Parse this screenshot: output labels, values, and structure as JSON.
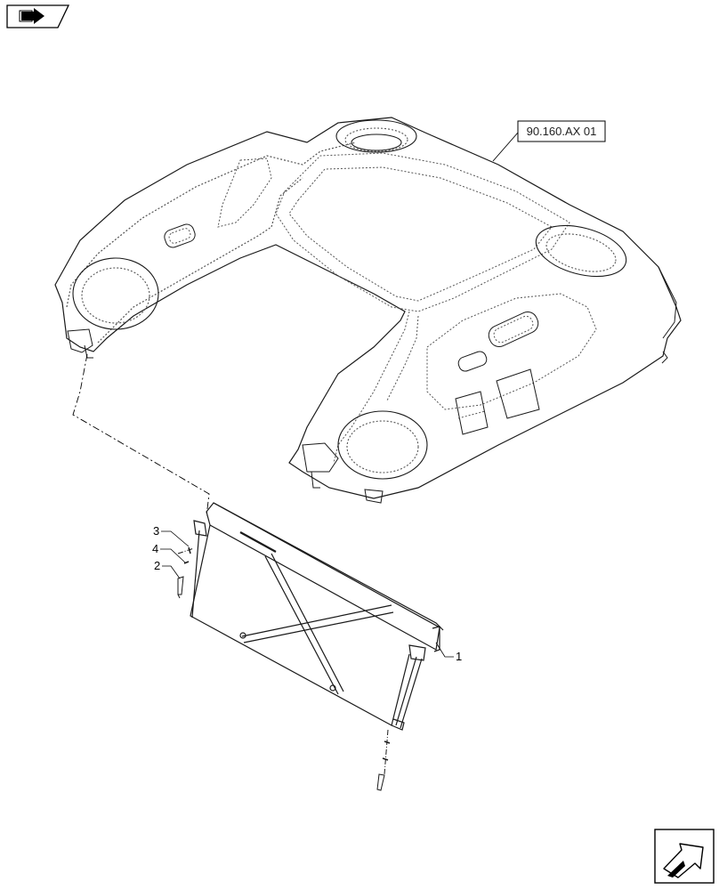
{
  "diagram": {
    "reference_label": "90.160.AX 01",
    "callouts": [
      {
        "id": "1",
        "label": "1"
      },
      {
        "id": "2",
        "label": "2"
      },
      {
        "id": "3",
        "label": "3"
      },
      {
        "id": "4",
        "label": "4"
      }
    ],
    "icons": {
      "top_left": "book-arrow-icon",
      "bottom_right": "next-page-arrow-icon"
    },
    "colors": {
      "line": "#1a1a1a",
      "dotted": "#555555",
      "background": "#ffffff"
    }
  }
}
